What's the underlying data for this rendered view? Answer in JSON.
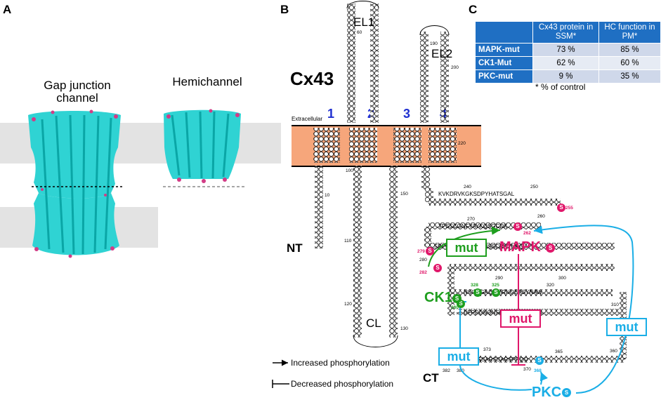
{
  "panels": {
    "a": "A",
    "b": "B",
    "c": "C"
  },
  "panel_a": {
    "gap_junction_title": "Gap junction channel",
    "hemichannel_title": "Hemichannel"
  },
  "panel_b": {
    "protein": "Cx43",
    "extracellular": "Extracellular",
    "tm_numbers": [
      "1",
      "2",
      "3",
      "4"
    ],
    "loops": {
      "el1": "EL1",
      "el2": "EL2",
      "cl": "CL",
      "nt": "NT",
      "ct": "CT"
    },
    "kinases": {
      "mapk": "MAPK",
      "ck1": "CK1",
      "pkc": "PKC",
      "s": "S"
    },
    "mut_label": "mut",
    "legend": {
      "increased": "Increased phosphorylation",
      "decreased": "Decreased phosphorylation"
    },
    "seq_lines": {
      "l1": "KVKDRVKGKSDPYHATSGAL",
      "l2": "TPSSCGNFYAYKQSGCDK",
      "l3": "SPPGYKLVTGDRNNSSCRNYNKQ",
      "l4": "NSITSGAQGMRNQEASYNAW",
      "l5": "DFPDDNQNSKKLAAGHELQPL",
      "l6": "IELDDPRPRSSARSSARSPRQD"
    },
    "residue_numbers": {
      "n240": "240",
      "n250": "250",
      "n255": "255",
      "n260": "260",
      "n262": "262",
      "n270": "270",
      "n279": "279",
      "n280": "280",
      "n282": "282",
      "n290": "290",
      "n300": "300",
      "n310": "310",
      "n320": "320",
      "n325": "325",
      "n328": "328",
      "n330": "330",
      "n340": "340",
      "n360": "360",
      "n365": "365",
      "n368": "368",
      "n370": "370",
      "n373": "373",
      "n380": "380",
      "n382": "382",
      "n10": "10",
      "n60": "60",
      "n100": "100",
      "n110": "110",
      "n120": "120",
      "n130": "130",
      "n150": "150",
      "n190": "190",
      "n200": "200",
      "n220": "220"
    }
  },
  "panel_c": {
    "headers": [
      "",
      "Cx43 protein in SSM*",
      "HC function in PM*"
    ],
    "rows": [
      {
        "label": "MAPK-mut",
        "protein": "73 %",
        "hc": "85 %"
      },
      {
        "label": "CK1-Mut",
        "protein": "62 %",
        "hc": "60 %"
      },
      {
        "label": "PKC-mut",
        "protein": "9 %",
        "hc": "35 %"
      }
    ],
    "footnote": "* % of control"
  },
  "colors": {
    "mapk": "#e0176a",
    "ck1": "#1e9e1e",
    "pkc": "#1aaee6",
    "membrane": "#f6a67b",
    "tm_number": "#1f2fd0",
    "table_header": "#1f6fc3"
  }
}
